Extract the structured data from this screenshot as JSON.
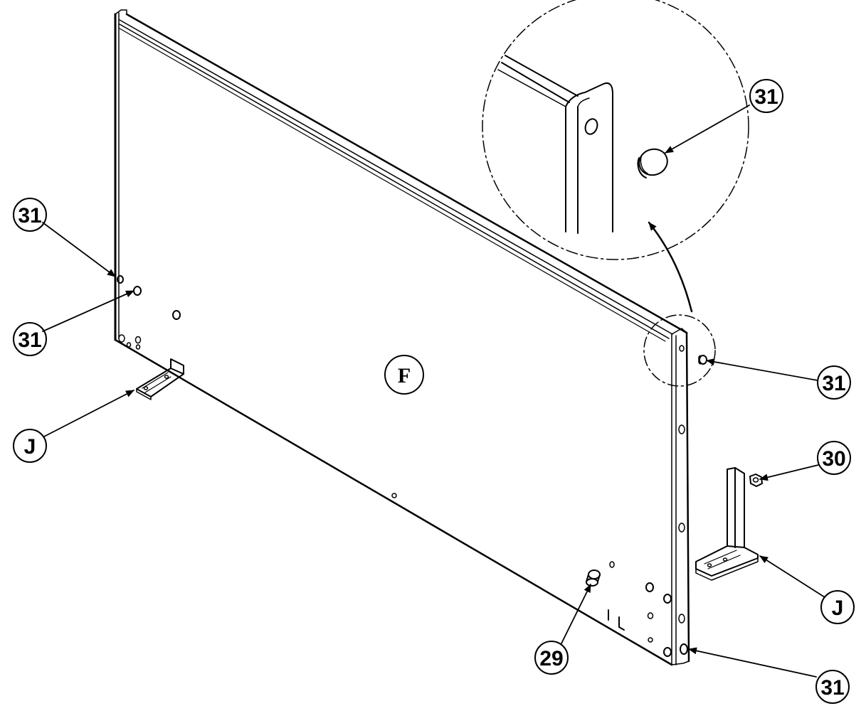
{
  "diagram": {
    "section_label": "F",
    "callouts": {
      "c31_detail": "31",
      "c31_left_upper": "31",
      "c31_left_lower": "31",
      "c31_right_mid": "31",
      "c31_right_bottom": "31",
      "c30": "30",
      "c29": "29",
      "cJ_left": "J",
      "cJ_right": "J"
    }
  }
}
